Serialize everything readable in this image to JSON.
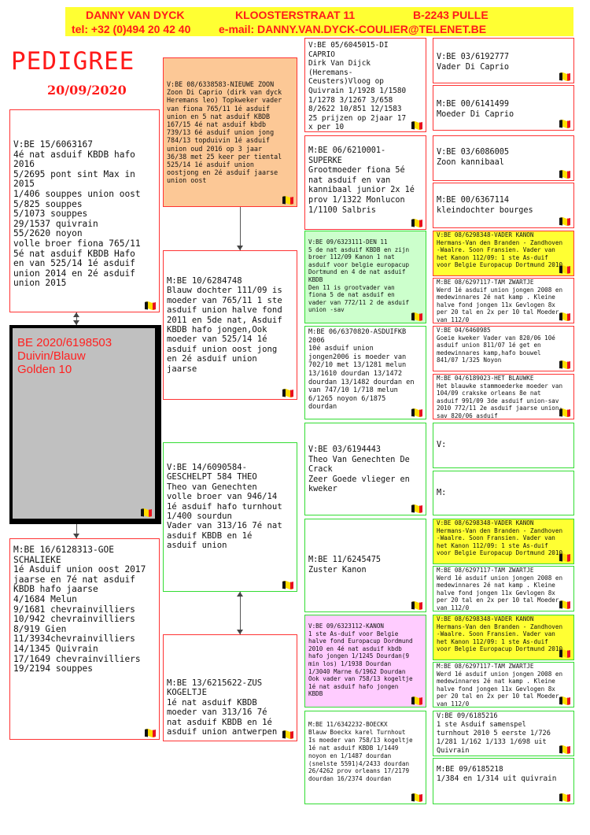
{
  "header": {
    "name": "DANNY VAN DYCK",
    "street": "KLOOSTERSTRAAT 11",
    "city": "B-2243  PULLE",
    "phone": "tel: +32 (0)494 20 42 40",
    "email": "e-mail: DANNY.VAN.DYCK-COULIER@TELENET.BE"
  },
  "title": "PEDIGREE",
  "date": "20/09/2020",
  "bird": {
    "ring": "BE 2020/6198503",
    "color": "Duivin/Blauw",
    "name": "Golden 10"
  },
  "boxes": {
    "sire": "V:BE 15/6063167\n4é nat asduif KBDB hafo 2016\n5/2695 pont sint Max in 2015\n1/406 souppes union oost\n5/825 souppes\n5/1073 souppes\n29/1537 quivrain\n55/2620 noyon\nvolle broer fiona 765/11\n5é nat asduif KBDB Hafo en van 525/14 1é asduif union 2014 en 2é asduif union 2015",
    "dam": "M:BE 16/6128313-GOE SCHALIEKE\n 1é Asduif union oost 2017 jaarse en 7é nat asduif KBDB hafo jaarse\n4/1684 Melun\n9/1681 chevrainvilliers\n10/942 chevrainvilliers\n8/919 Gien\n11/3934chevrainvilliers\n14/1345 Quivrain\n17/1649 chevrainvilliers\n19/2194 souppes",
    "ss": "V:BE 08/6338583-NIEUWE ZOON\nZoon Di Caprio (dirk van dyck Heremans leo) Topkweker vader van fiona 765/11 1é asduif union en 5 nat asduif KBDB 167/15 4é nat asduif kbdb 739/13 6é asduif union jong 784/13 topduivin 1é asduif union oud 2016 op 3 jaar 36/38 met 25 keer per tiental 525/14 1é asduif union oostjong en 2é asduif jaarse union oost",
    "sd": "M:BE 10/6284748\nBlauw dochter 111/09 is moeder van 765/11 1 ste asduif union halve fond 2011 en 5de nat, Asduif KBDB hafo jongen,Ook moeder van 525/14 1é asduif union oost jong en 2é asduif union jaarse",
    "ds": "V:BE 14/6090584-GESCHELPT 584 THEO\nTheo van Genechten volle broer van 946/14 1é asduif hafo turnhout 1/400 sourdun\nVader van 313/16  7é nat asduif KBDB en 1é asduif union",
    "dd": "M:BE 13/6215622-ZUS KOGELTJE\n1é nat asduif KBDB moeder van 313/16  7é nat asduif KBDB en 1é asduif union antwerpen",
    "sss": "V:BE 05/6045015-DI CAPRIO\nDirk Van Dijck (Heremans-Ceusters)Vloog op Quivrain 1/1928 1/1580 1/1278 3/1267 3/658 8/2622 10/851 12/1583 25 prijzen op 2jaar 17 x per 10",
    "ssd": "M:BE 06/6210001-SUPERKE\nGrootmoeder fiona 5é nat asduif en van kannibaal junior 2x 1é prov 1/1322 Monlucon 1/1100 Salbris",
    "sds": "V:BE 09/6323111-DEN 11\n5 de nat asduif KBDB en zijn broer 112/09 Kanon 1 nat asduif voor belgie europacup Dortmund en 4 de nat asduif KBDB\nDen 11 is grootvader van fiona 5 de nat asduif en vader van 772/11 2 de asduif union -sav",
    "sdd": "M:BE 06/6370820-ASDUIFKB\n2006\n10é asduif union jongen2006 is moeder van 702/10 met 13/1281 melun 13/1610 dourdan 13/1472 dourdan 13/1482 dourdan en van 747/10 1/718 melun 6/1265 noyon 6/1875 dourdan",
    "dss": "V:BE 03/6194443\nTheo Van Genechten De Crack\nZeer Goede vlieger en kweker",
    "dsd": "M:BE 11/6245475\nZuster Kanon",
    "dds": "V:BE 09/6323112-KANON\n1 ste As-duif voor Belgie halve fond Europacup Dordmund 2010 en 4é nat asduif kbdb hafo jongen 1/1245 Dourdan(9 min los) 1/1938 Dourdan 1/3040 Marne 6/1962 Dourdan Ook vader van 758/13 kogeltje 1é nat asduif hafo jongen KBDB",
    "ddd": "M:BE 11/6342232-BOECKX\nBlauw Boeckx karel Turnhout Is moeder van 758/13 kogeltje 1é nat asduif KBDB 1/1449 noyon en 1/1487 dourdan (snelste 5591)4/2433 dourdan 26/4262 prov orleans 17/2179 dourdan 16/2374 dourdan",
    "g1": "V:BE 03/6192777\nVader Di Caprio",
    "g2": "M:BE 00/6141499\nMoeder Di Caprio",
    "g3": "V:BE 03/6086005\nZoon kannibaal",
    "g4": "M:BE 00/6367114\nkleindochter bourges",
    "g5": "V:BE 08/6298348-VADER KANON\nHermans-Van den Branden - Zandhoven -Waalre. Soon Fransien. Vader van het Kanon 112/09: 1 ste As-duif voor Belgie Europacup Dortmund 2010",
    "g6": "M:BE 08/6297117-TAM ZWARTJE\nWerd 1é asduif union jongen 2008 en medewinnares 2é nat kamp . Kleine halve fond jongen 11x Gevlogen 8x per 20 tal en 2x per 10 tal Moeder van 112/0",
    "g7": "V:BE 04/6460985\nGoeie kweker Vader van 820/06 10é asduif union  811/07 1é get en medewinnares kamp,hafo bouwel 841/07 1/325 Noyon",
    "g8": "M:BE 04/6189023-HET BLAUWKE\nHet blauwke stammoederke moeder van 104/09 crakske orleans 8e nat asduif 991/09 3de asduif union-sav 2010 772/11 2e asduif jaarse union-sav 820/06 asduif",
    "g9": "V:",
    "g10": "M:",
    "g11": "V:BE 08/6298348-VADER KANON\nHermans-Van den Branden - Zandhoven -Waalre. Soon Fransien. Vader van het Kanon 112/09: 1 ste As-duif voor Belgie Europacup Dortmund 2010",
    "g12": "M:BE 08/6297117-TAM ZWARTJE\nWerd 1é asduif union jongen 2008 en medewinnares 2é nat kamp . Kleine halve fond jongen 11x Gevlogen 8x per 20 tal en 2x per 10 tal Moeder van 112/0",
    "g13": "V:BE 08/6298348-VADER KANON\nHermans-Van den Branden - Zandhoven -Waalre. Soon Fransien. Vader van het Kanon 112/09: 1 ste As-duif voor Belgie Europacup Dortmund 2010",
    "g14": "M:BE 08/6297117-TAM ZWARTJE\nWerd 1é asduif union jongen 2008 en medewinnares 2é nat kamp . Kleine halve fond jongen 11x Gevlogen 8x per 20 tal en 2x per 10 tal Moeder van 112/0",
    "g15": "V:BE 09/6185216\n1 ste Asduif samenspel turnhout 2010 5 eerste 1/726 1/281 1/162 1/133 1/698 uit Quivrain",
    "g16": "M:BE 09/6185218\n1/384 en 1/314 uit quivrain"
  },
  "colors": {
    "header_bg": "#ffff33",
    "title_red": "#ff1a1a",
    "box_border_red": "#ff3333",
    "box_border_green": "#33dd33",
    "ss_bg": "#fcc896",
    "sds_bg": "#ccffcc",
    "dds_bg": "#ffccff",
    "kanon_bg": "#ffff33",
    "main_bg": "#c0c0c0"
  },
  "icons": {
    "flag": "belgium-flag-icon"
  }
}
